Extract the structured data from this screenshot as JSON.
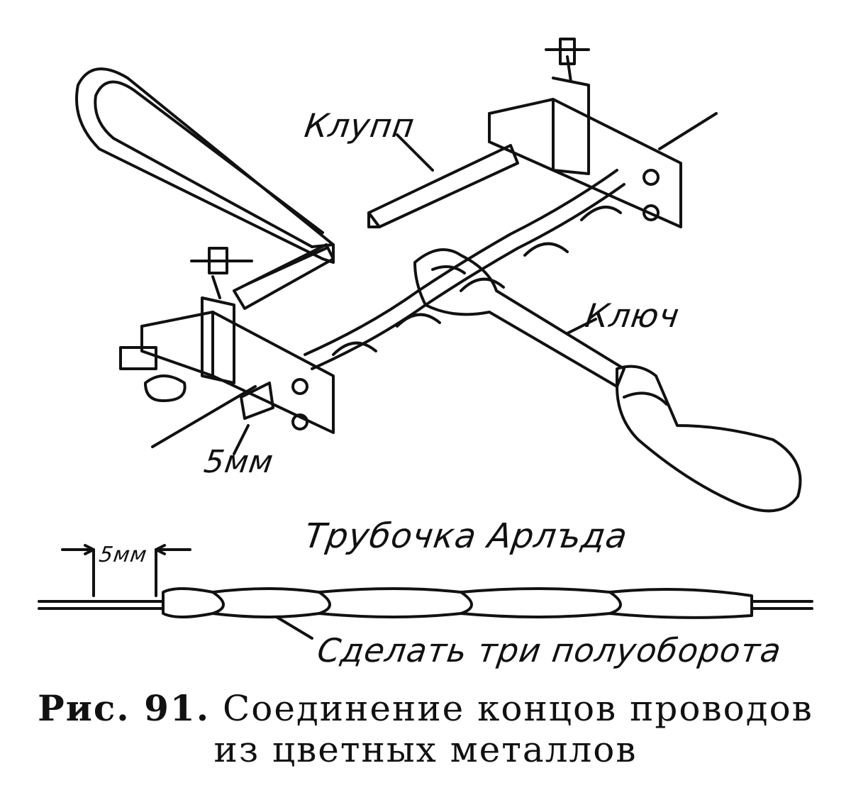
{
  "labels": {
    "die_stock": "Клупп",
    "wrench": "Ключ",
    "size_top": "5мм",
    "tube": "Трубочка Арлъда",
    "size_bottom": "5мм",
    "half_turns": "Сделать три полуоборота"
  },
  "caption": {
    "number": "Рис. 91.",
    "line1": "Соединение концов проводов",
    "line2": "из цветных металлов"
  }
}
